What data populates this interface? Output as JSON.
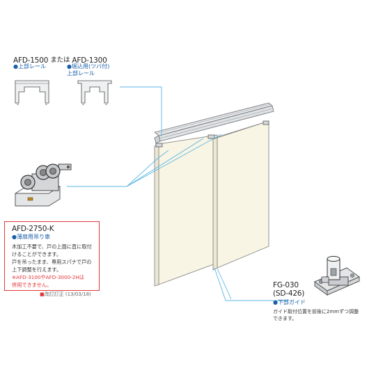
{
  "rails": {
    "left_model": "AFD-1500",
    "or_label": "または",
    "right_model": "AFD-1300",
    "left_desc": "上部レール",
    "right_desc_line1": "堀込用(ツバ付)",
    "right_desc_line2": "上部レール"
  },
  "roller": {
    "model": "AFD-2750-K",
    "desc": "薄扉用吊り車",
    "body": [
      "木加工不要で、戸の上面に直に取付",
      "けることができます。",
      "戸を吊ったまま、専用スパナで戸の",
      "上下調整を行えます。"
    ],
    "warning": [
      "※AFD-3100やAFD-3000-2Hは",
      "併用できません。"
    ],
    "revision": "改訂訂正 (13/03/18)"
  },
  "guide": {
    "model": "FG-030",
    "alt_model": "(SD-426)",
    "desc": "下部ガイド",
    "note": [
      "ガイド取付位置を前後に2mmずつ調整",
      "できます。"
    ]
  },
  "colors": {
    "accent_blue": "#1a5ea8",
    "leader_line": "#5bb7e6",
    "warning_red": "#e2363a",
    "door_fill": "#f8f5e4",
    "rail_fill": "#e8ebee"
  }
}
